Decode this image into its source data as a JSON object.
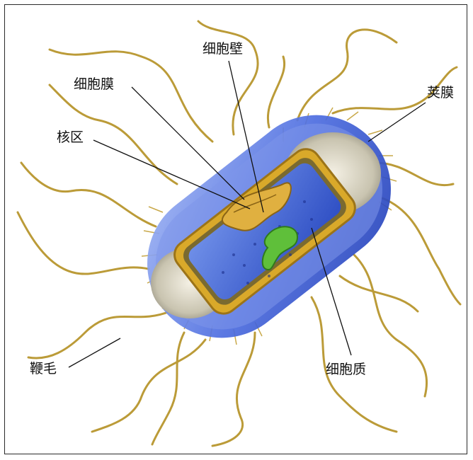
{
  "labels": {
    "cell_wall": "细胞壁",
    "cell_membrane": "细胞膜",
    "capsule": "荚膜",
    "nucleoid": "核区",
    "flagellum": "鞭毛",
    "cytoplasm": "细胞质"
  },
  "colors": {
    "capsule_blue": "#3f5fd6",
    "flagella_gold": "#b8962e",
    "cell_wall_yellow": "#d9a92a",
    "nucleoid_gold": "#e0b040",
    "ribosome_green": "#5fbf3a",
    "cytoplasm_blue": "#4a6fd8"
  }
}
